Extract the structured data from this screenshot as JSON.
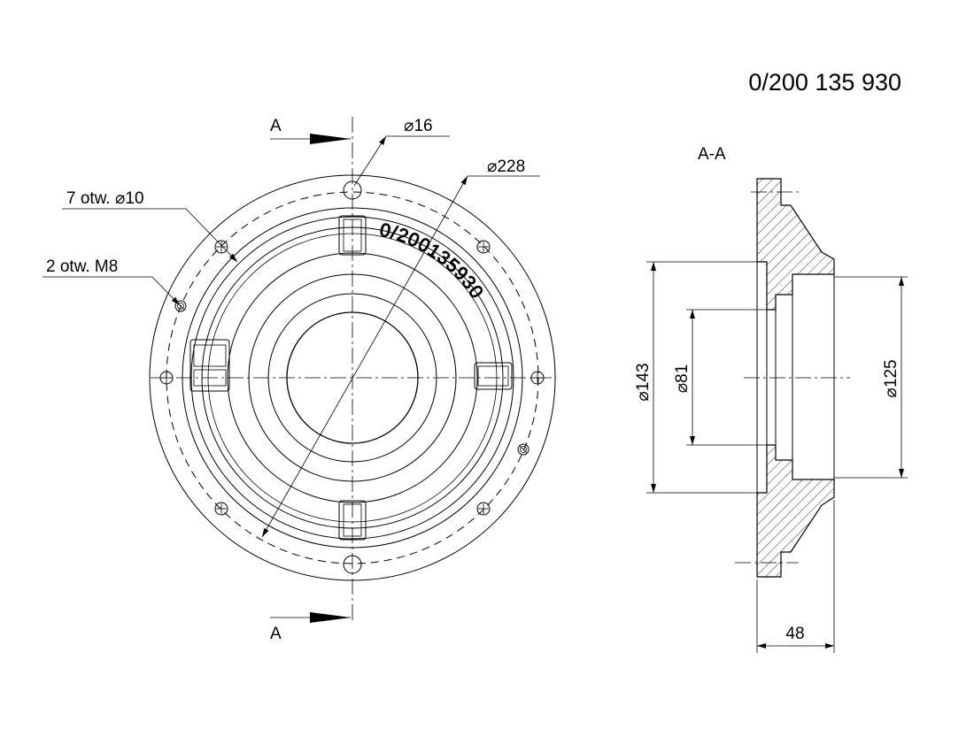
{
  "drawing_number": "0/200 135 930",
  "section_label": "A-A",
  "cut_marks": {
    "top": "A",
    "bottom": "A"
  },
  "callouts": {
    "hole_large": "16",
    "bolt_circle_dia": "228",
    "through_holes": "7 otw.",
    "through_hole_dia": "10",
    "threaded_holes": "2 otw. M8"
  },
  "engraved_marking": "0/200135930",
  "section_dimensions": {
    "dia_outer": "143",
    "dia_inner": "81",
    "dia_bore": "125",
    "width": "48"
  },
  "diameter_symbol": "⌀",
  "colors": {
    "line": "#000000",
    "background": "#ffffff"
  }
}
